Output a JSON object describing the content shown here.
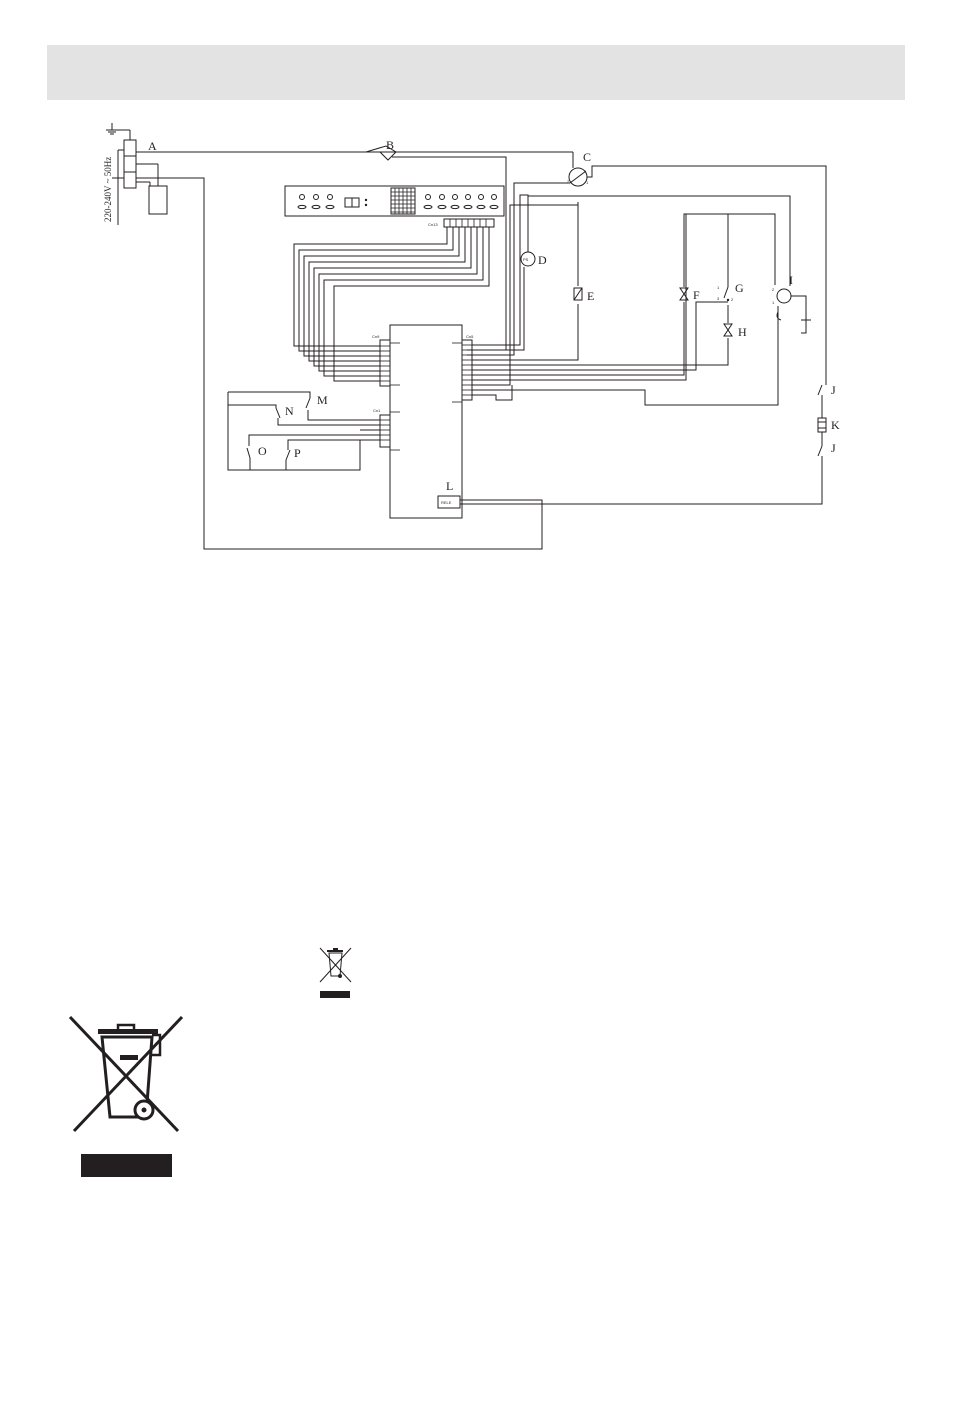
{
  "diagram": {
    "supply_label": "220-240V ~ 50Hz",
    "connector_labels": {
      "cn13": "Cn13",
      "cn9": "Cn9",
      "cn5": "Cn5",
      "cn1": "Cn1",
      "relay": "RELE"
    },
    "component_labels": {
      "A": "A",
      "B": "B",
      "C": "C",
      "D": "D",
      "E": "E",
      "F": "F",
      "G": "G",
      "H": "H",
      "I": "I",
      "J1": "J",
      "K": "K",
      "J2": "J",
      "L": "L",
      "M": "M",
      "N": "N",
      "O": "O",
      "P": "P"
    },
    "pressure_switch_text": "PS",
    "colors": {
      "line": "#231f20",
      "header": "#e3e3e3"
    }
  },
  "icons": {
    "small": "weee-crossed-bin-icon",
    "large": "weee-crossed-bin-icon"
  }
}
